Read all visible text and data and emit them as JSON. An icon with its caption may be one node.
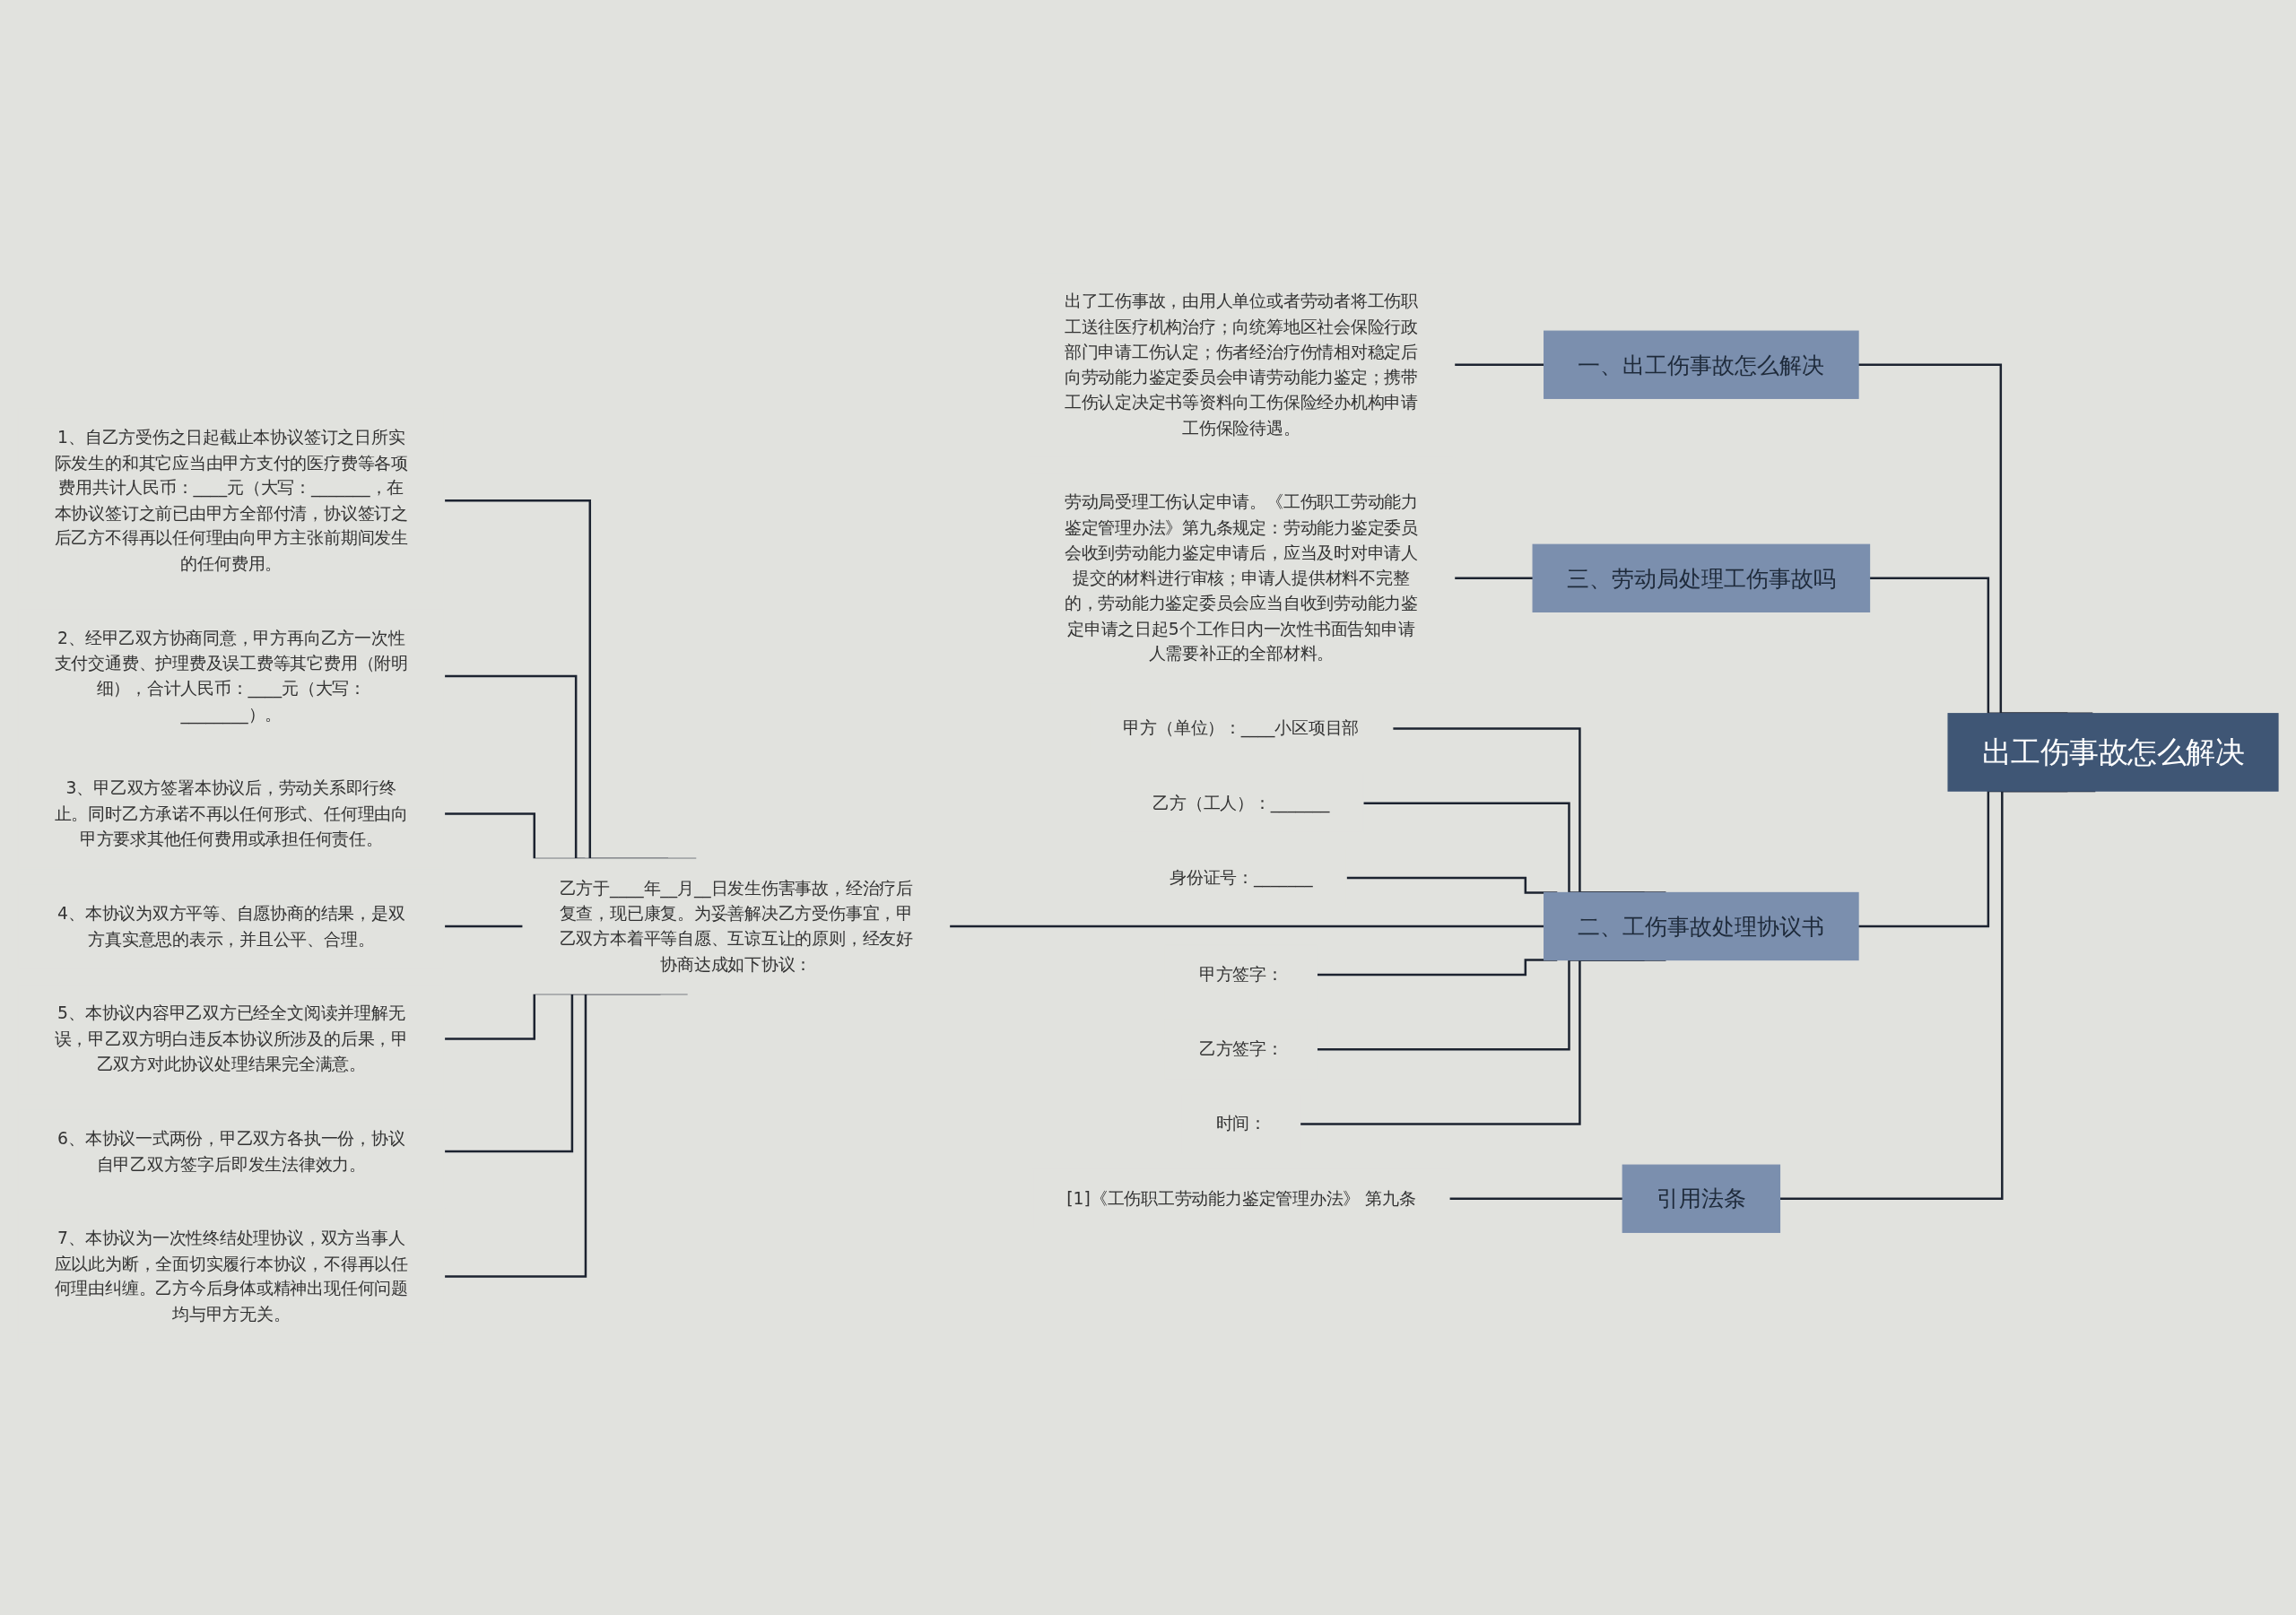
{
  "diagram": {
    "nodes": [
      {
        "text": [
          "出工伤事故怎么解决"
        ]
      },
      {
        "text": [
          "一、出工伤事故怎么解决"
        ]
      },
      {
        "text": [
          "出了工伤事故，由用人单位或者劳动者将工伤职工送往医疗机构治疗；向统筹地区社会保险行政部门申请工伤认定；伤者经治疗伤情相对稳定后向劳动能力鉴定委员会申请劳动能力鉴定；携带工伤认定决定书等资料向工伤保险经办机构申请工伤保险待遇。"
        ]
      },
      {
        "text": [
          "三、劳动局处理工伤事故吗"
        ]
      },
      {
        "text": [
          "劳动局受理工伤认定申请。《工伤职工劳动能力鉴定管理办法》第九条规定：劳动能力鉴定委员会收到劳动能力鉴定申请后，应当及时对申请人提交的材料进行审核；申请人提供材料不完整的，劳动能力鉴定委员会应当自收到劳动能力鉴定申请之日起5个工作日内一次性书面告知申请人需要补正的全部材料。"
        ]
      },
      {
        "text": [
          "二、工伤事故处理协议书"
        ]
      },
      {
        "text": [
          "甲方（单位）：____小区项目部"
        ]
      },
      {
        "text": [
          "乙方（工人）：_______"
        ]
      },
      {
        "text": [
          "身份证号：_______"
        ]
      },
      {
        "text": [
          "乙方于____年__月__日发生伤害事故，经治疗后复查，现已康复。为妥善解决乙方受伤事宜，甲乙双方本着平等自愿、互谅互让的原则，经友好协商达成如下协议："
        ]
      },
      {
        "text": [
          "1、自乙方受伤之日起截止本协议签订之日所实际发生的和其它应当由甲方支付的医疗费等各项费用共计人民币：____元（大写：_______，在本协议签订之前已由甲方全部付清，协议签订之后乙方不得再以任何理由向甲方主张前期间发生的任何费用。"
        ]
      },
      {
        "text": [
          "2、经甲乙双方协商同意，甲方再向乙方一次性支付交通费、护理费及误工费等其它费用（附明细），合计人民币：____元（大写：________）。"
        ]
      },
      {
        "text": [
          "3、甲乙双方签署本协议后，劳动关系即行终止。同时乙方承诺不再以任何形式、任何理由向甲方要求其他任何费用或承担任何责任。"
        ]
      },
      {
        "text": [
          "4、本协议为双方平等、自愿协商的结果，是双方真实意思的表示，并且公平、合理。"
        ]
      },
      {
        "text": [
          "5、本协议内容甲乙双方已经全文阅读并理解无误，甲乙双方明白违反本协议所涉及的后果，甲乙双方对此协议处理结果完全满意。"
        ]
      },
      {
        "text": [
          "6、本协议一式两份，甲乙双方各执一份，协议自甲乙双方签字后即发生法律效力。"
        ]
      },
      {
        "text": [
          "7、本协议为一次性终结处理协议，双方当事人应以此为断，全面切实履行本协议，不得再以任何理由纠缠。乙方今后身体或精神出现任何问题均与甲方无关。"
        ]
      },
      {
        "text": [
          "甲方签字："
        ]
      },
      {
        "text": [
          "乙方签字："
        ]
      },
      {
        "text": [
          "时间："
        ]
      },
      {
        "text": [
          "引用法条"
        ]
      },
      {
        "text": [
          "[1]《工伤职工劳动能力鉴定管理办法》 第九条"
        ]
      }
    ],
    "edges": [
      {
        "from": 0,
        "to": 1,
        "arrow": "none"
      },
      {
        "from": 1,
        "to": 2,
        "arrow": "none"
      },
      {
        "from": 0,
        "to": 3,
        "arrow": "none"
      },
      {
        "from": 3,
        "to": 4,
        "arrow": "none"
      },
      {
        "from": 0,
        "to": 5,
        "arrow": "none"
      },
      {
        "from": 5,
        "to": 6,
        "arrow": "none"
      },
      {
        "from": 5,
        "to": 7,
        "arrow": "none"
      },
      {
        "from": 5,
        "to": 8,
        "arrow": "none"
      },
      {
        "from": 5,
        "to": 9,
        "arrow": "none"
      },
      {
        "from": 9,
        "to": 10,
        "arrow": "none"
      },
      {
        "from": 9,
        "to": 11,
        "arrow": "none"
      },
      {
        "from": 9,
        "to": 12,
        "arrow": "none"
      },
      {
        "from": 9,
        "to": 13,
        "arrow": "none"
      },
      {
        "from": 9,
        "to": 14,
        "arrow": "none"
      },
      {
        "from": 9,
        "to": 15,
        "arrow": "none"
      },
      {
        "from": 9,
        "to": 16,
        "arrow": "none"
      },
      {
        "from": 5,
        "to": 17,
        "arrow": "none"
      },
      {
        "from": 5,
        "to": 18,
        "arrow": "none"
      },
      {
        "from": 5,
        "to": 19,
        "arrow": "none"
      },
      {
        "from": 0,
        "to": 20,
        "arrow": "none"
      },
      {
        "from": 20,
        "to": 21,
        "arrow": "none"
      }
    ]
  }
}
